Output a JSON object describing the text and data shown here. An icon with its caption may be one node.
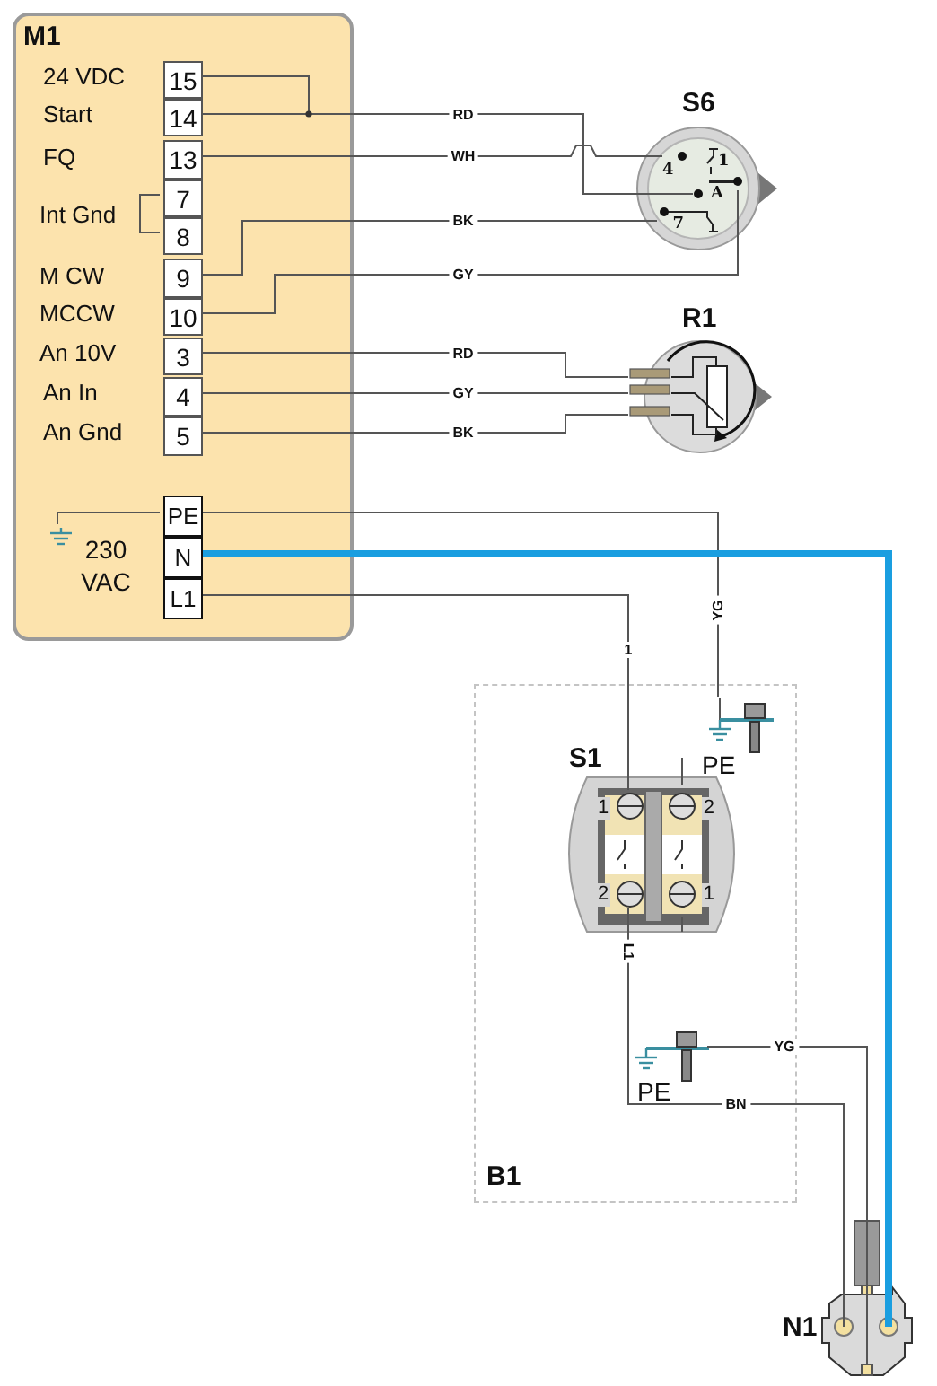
{
  "diagram": {
    "nodes": [
      {
        "text": [
          "M1"
        ]
      },
      {
        "text": [
          "15"
        ],
        "in": 0
      },
      {
        "text": [
          "14"
        ],
        "in": 0
      },
      {
        "text": [
          "13"
        ],
        "in": 0
      },
      {
        "text": [
          "7"
        ],
        "in": 0
      },
      {
        "text": [
          "8"
        ],
        "in": 0
      },
      {
        "text": [
          "9"
        ],
        "in": 0
      },
      {
        "text": [
          "10"
        ],
        "in": 0
      },
      {
        "text": [
          "3"
        ],
        "in": 0
      },
      {
        "text": [
          "4"
        ],
        "in": 0
      },
      {
        "text": [
          "5"
        ],
        "in": 0
      },
      {
        "text": [
          "PE"
        ],
        "in": 0
      },
      {
        "text": [
          "N"
        ],
        "in": 0
      },
      {
        "text": [
          "L1"
        ],
        "in": 0
      },
      {
        "text": [],
        "shape": "ground",
        "in": 0
      },
      {
        "text": [
          "S6"
        ]
      },
      {
        "text": [
          "4"
        ],
        "in": 15
      },
      {
        "text": [
          "1"
        ],
        "in": 15
      },
      {
        "text": [
          "A"
        ],
        "in": 15
      },
      {
        "text": [
          "7"
        ],
        "in": 15
      },
      {
        "text": [
          "R1"
        ]
      },
      {
        "text": [
          "B1"
        ]
      },
      {
        "text": [
          "PE"
        ],
        "in": 21
      },
      {
        "text": [
          "S1"
        ],
        "in": 21
      },
      {
        "text": [
          "1"
        ],
        "in": 23
      },
      {
        "text": [
          "2"
        ],
        "in": 23
      },
      {
        "text": [
          "2"
        ],
        "in": 23
      },
      {
        "text": [
          "1"
        ],
        "in": 23
      },
      {
        "text": [
          "PE"
        ],
        "in": 21
      },
      {
        "text": [
          "N1"
        ]
      }
    ],
    "edges": [
      {
        "from": 1,
        "to": 2,
        "arrow": "none"
      },
      {
        "from": 2,
        "to": 18,
        "arrow": "none",
        "label": "RD"
      },
      {
        "from": 3,
        "to": 16,
        "arrow": "none",
        "label": "WH"
      },
      {
        "from": 6,
        "to": 19,
        "arrow": "none",
        "label": "BK"
      },
      {
        "from": 7,
        "to": 17,
        "arrow": "none",
        "label": "GY"
      },
      {
        "from": 4,
        "to": 5,
        "arrow": "none"
      },
      {
        "from": 8,
        "to": 20,
        "arrow": "none",
        "label": "RD"
      },
      {
        "from": 9,
        "to": 20,
        "arrow": "none",
        "label": "GY"
      },
      {
        "from": 10,
        "to": 20,
        "arrow": "none",
        "label": "BK"
      },
      {
        "from": 11,
        "to": 14,
        "arrow": "none"
      },
      {
        "from": 11,
        "to": 22,
        "arrow": "none",
        "label": "YG"
      },
      {
        "from": 12,
        "to": 29,
        "arrow": "none",
        "style": "thick",
        "color": "#1a9ee0"
      },
      {
        "from": 13,
        "to": 24,
        "arrow": "none",
        "label": "1"
      },
      {
        "from": 26,
        "to": 29,
        "arrow": "none",
        "label": "BN"
      },
      {
        "from": 28,
        "to": 29,
        "arrow": "none",
        "label": "YG"
      }
    ],
    "labels": [
      "24 VDC",
      "Start",
      "FQ",
      "Int Gnd",
      "M CW",
      "MCCW",
      "An 10V",
      "An In",
      "An Gnd",
      "230 VAC",
      "L1"
    ]
  }
}
